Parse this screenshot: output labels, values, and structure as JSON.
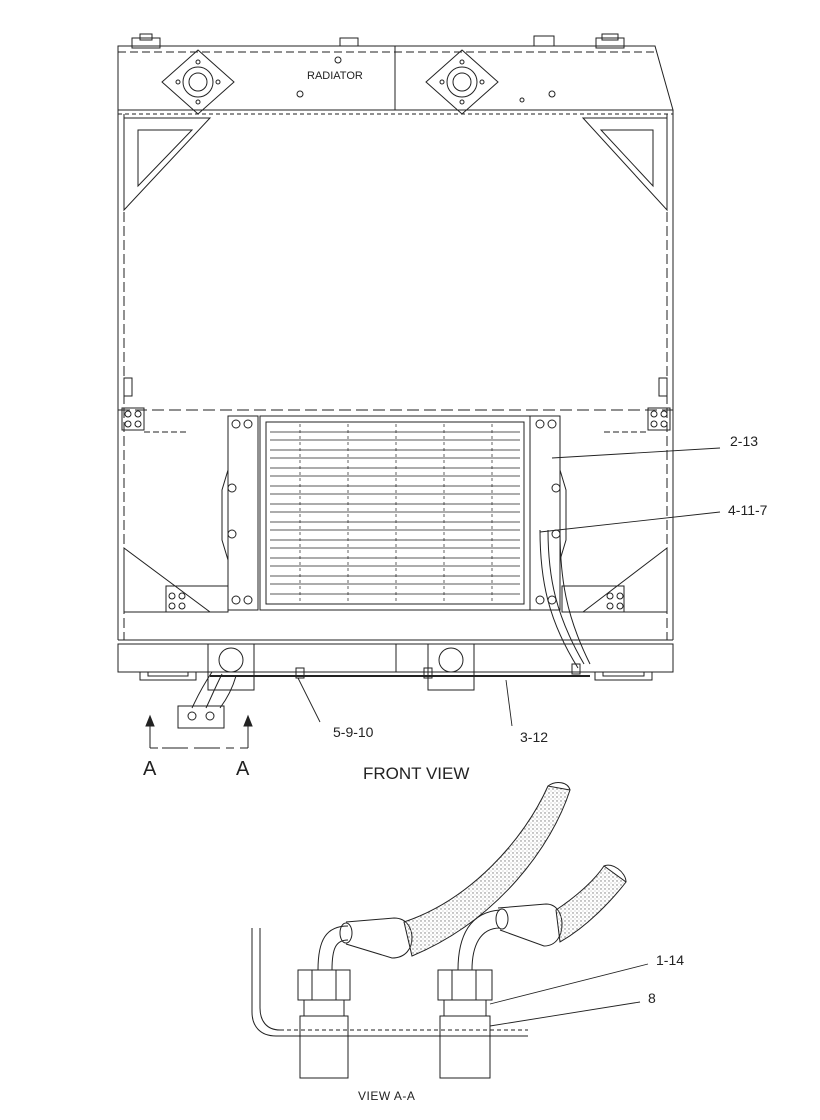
{
  "labels": {
    "radiator": "RADIATOR",
    "front_view": "FRONT VIEW",
    "view_aa": "VIEW A-A",
    "section_left": "A",
    "section_right": "A"
  },
  "callouts": {
    "c_2_13": "2-13",
    "c_4_11_7": "4-11-7",
    "c_5_9_10": "5-9-10",
    "c_3_12": "3-12",
    "c_1_14": "1-14",
    "c_8": "8"
  },
  "colors": {
    "line": "#222222",
    "hatch": "#9a9a9a"
  }
}
